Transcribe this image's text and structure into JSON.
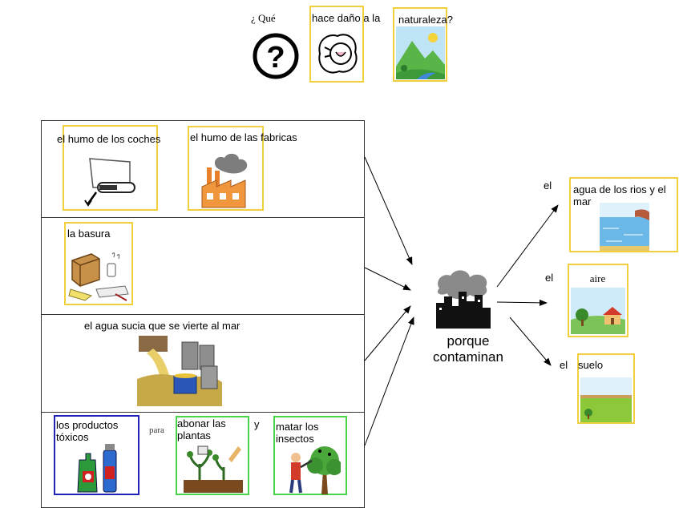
{
  "question": {
    "word1": "¿ Qué",
    "word2": "hace daño a la",
    "word3": "naturaleza?"
  },
  "rows": {
    "row1": {
      "item1": "el humo de los coches",
      "item2": "el humo de las fabricas"
    },
    "row2": {
      "item1": "la basura"
    },
    "row3": {
      "item1": "el agua sucia que se vierte al mar"
    },
    "row4": {
      "item1": "los productos tóxicos",
      "connector1": "para",
      "item2": "abonar las plantas",
      "connector2": "y",
      "item3": "matar los insectos"
    }
  },
  "center": {
    "label": "porque contaminan"
  },
  "outcomes": [
    {
      "article": "el",
      "label": "agua de los rios y el mar"
    },
    {
      "article": "el",
      "label": "aire",
      "picture_text": "aire"
    },
    {
      "article": "el",
      "label": "suelo"
    }
  ],
  "colors": {
    "yellow": "#f2cf3c",
    "green": "#49d349",
    "blue": "#2323b8"
  },
  "icons": [
    "question-mark-icon",
    "hurt-icon",
    "nature-landscape-icon",
    "car-exhaust-icon",
    "factory-smoke-icon",
    "garbage-icon",
    "polluted-water-icon",
    "toxic-bottles-icon",
    "fertilize-plants-icon",
    "spray-insects-icon",
    "polluting-city-icon",
    "water-sea-icon",
    "air-landscape-icon",
    "ground-soil-icon"
  ]
}
